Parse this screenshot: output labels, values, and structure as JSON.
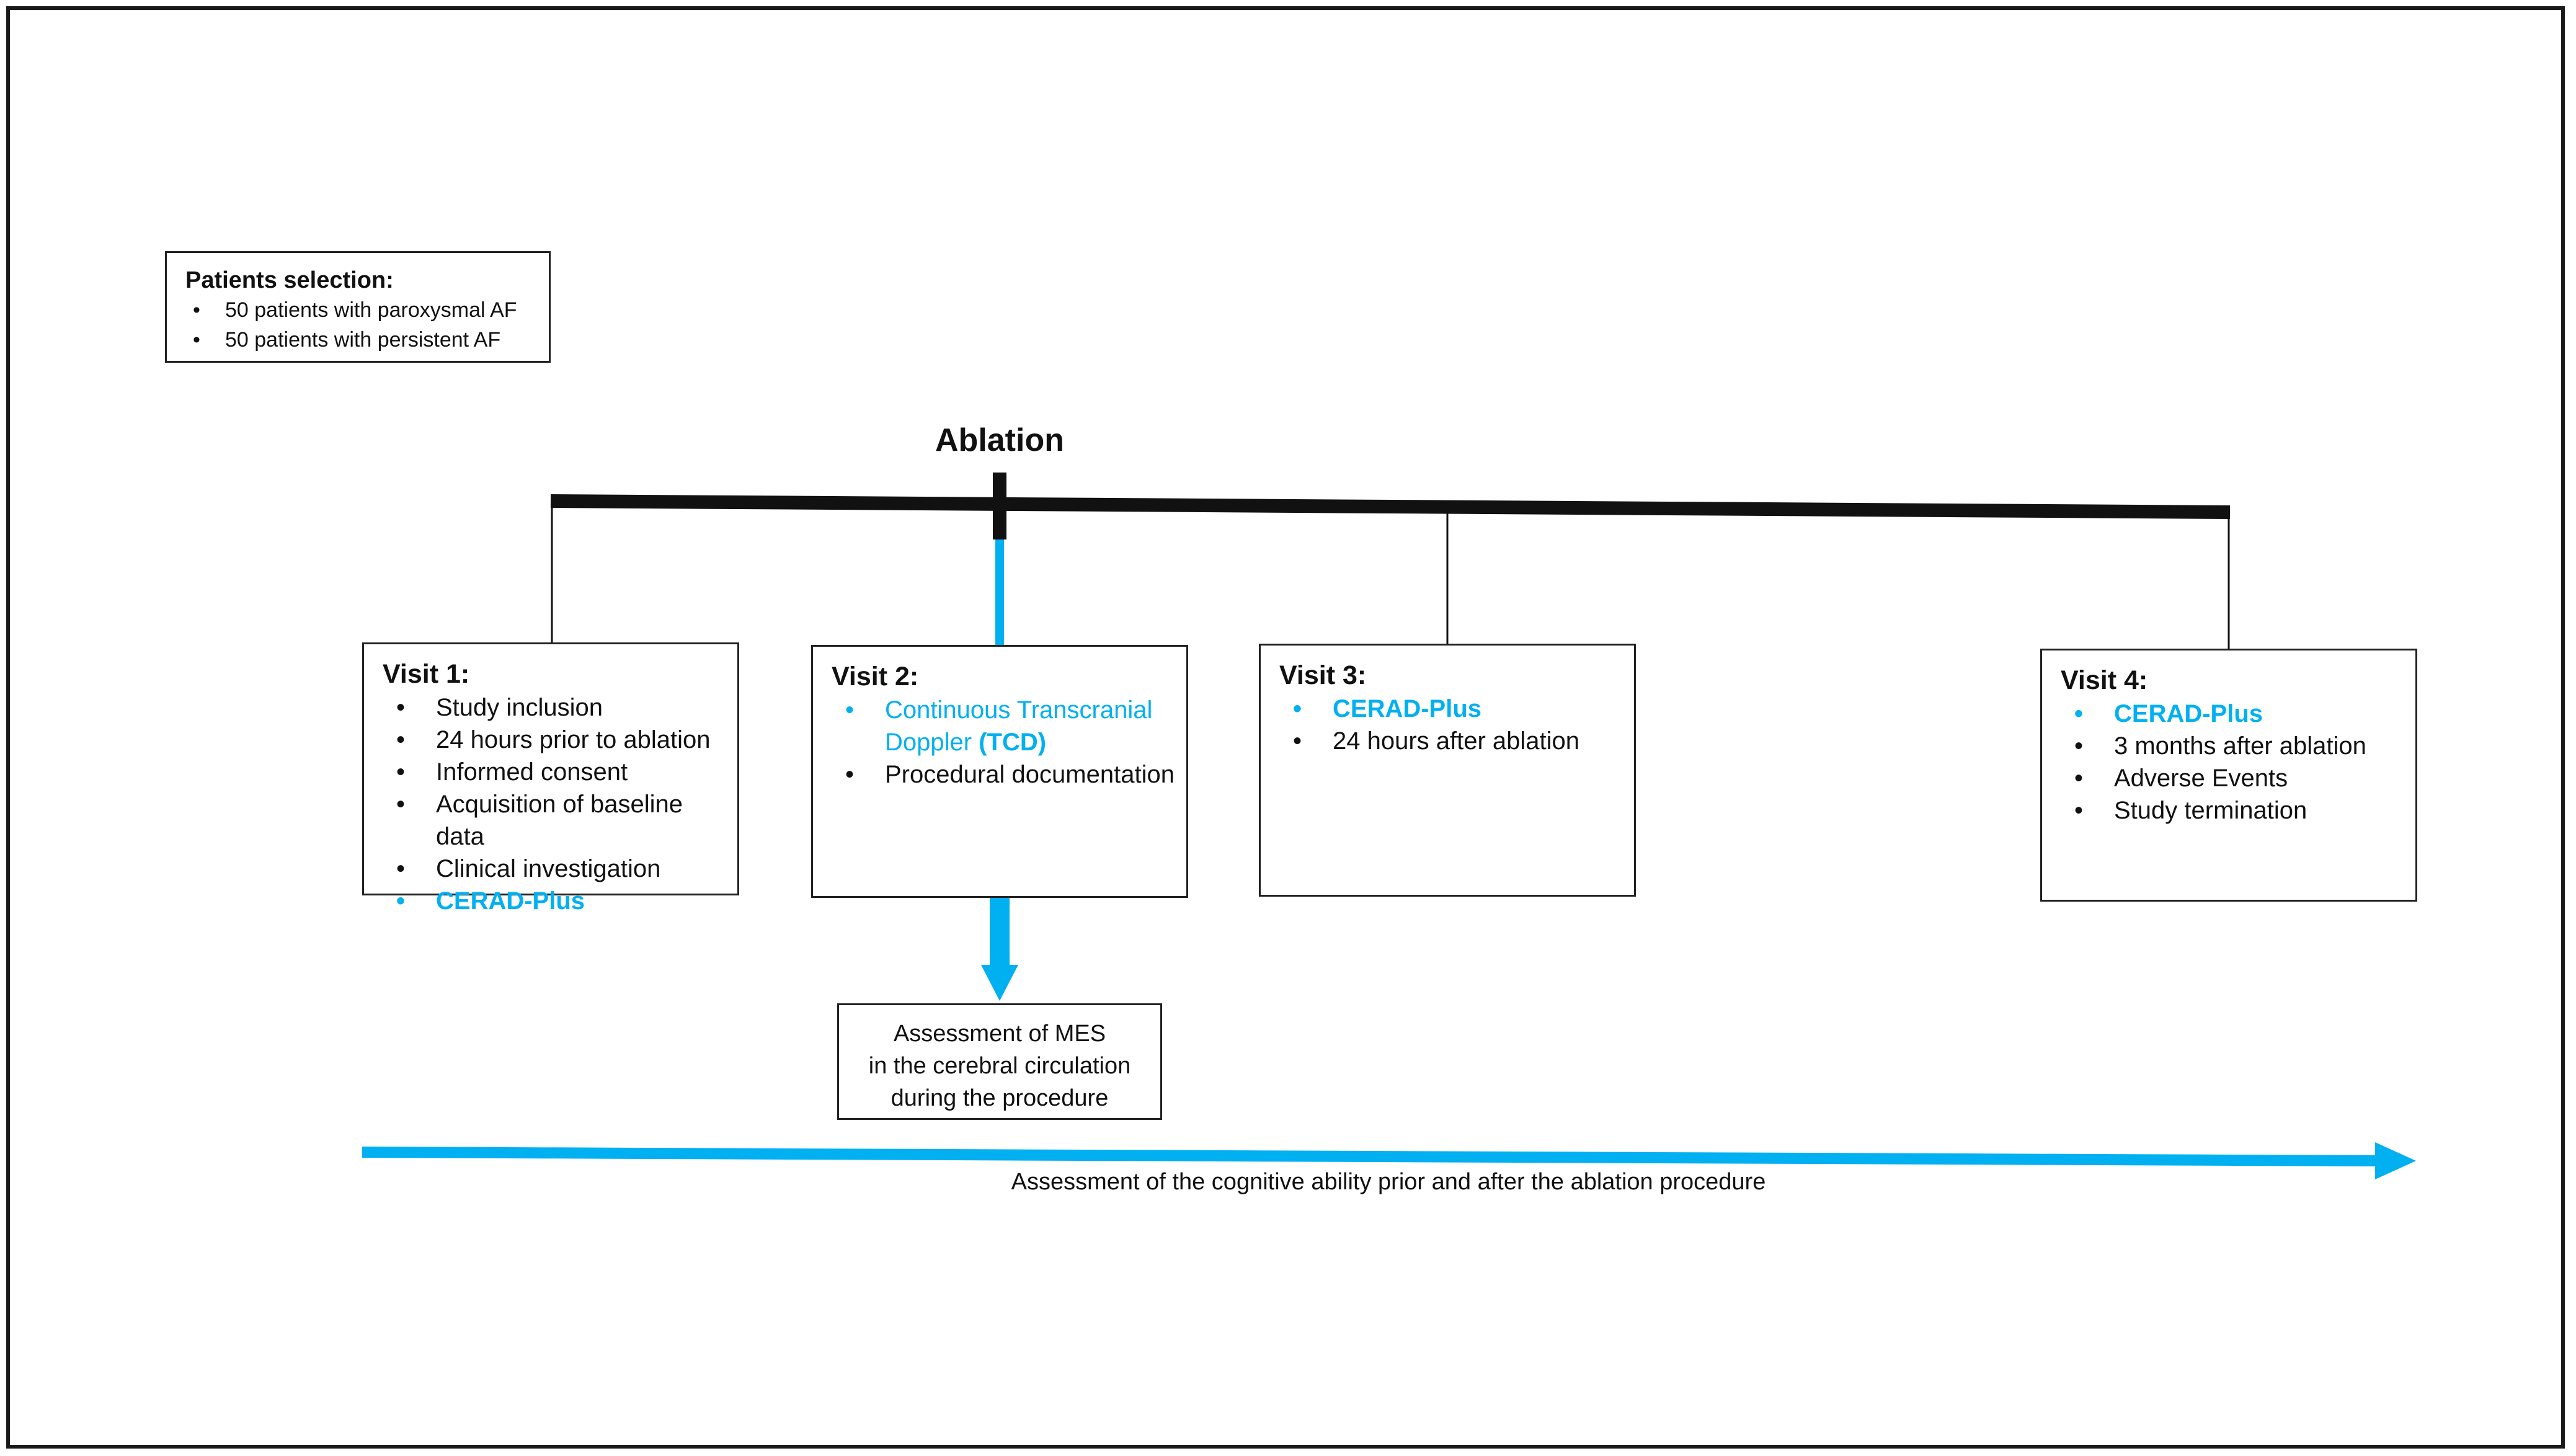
{
  "colors": {
    "accent": "#00b0f0",
    "line": "#111111"
  },
  "patients_selection": {
    "title": "Patients selection:",
    "items": [
      "50 patients with paroxysmal AF",
      "50 patients with persistent AF"
    ]
  },
  "ablation_label": "Ablation",
  "visit1": {
    "title": "Visit 1:",
    "items": [
      "Study inclusion",
      "24 hours prior to ablation",
      "Informed consent",
      "Acquisition of baseline data",
      "Clinical investigation",
      "CERAD-Plus"
    ]
  },
  "visit2": {
    "title": "Visit 2:",
    "item1_part1": "Continuous Transcranial",
    "item1_part2": "Doppler ",
    "item1_part3": "(TCD)",
    "item2": "Procedural  documentation"
  },
  "visit3": {
    "title": "Visit 3:",
    "items": [
      "CERAD-Plus",
      "24 hours after ablation"
    ]
  },
  "visit4": {
    "title": "Visit 4:",
    "items": [
      "CERAD-Plus",
      "3 months after ablation",
      "Adverse Events",
      "Study termination"
    ]
  },
  "mes_box": {
    "lines": [
      "Assessment of MES",
      "in the cerebral circulation",
      "during the procedure"
    ]
  },
  "timeline_caption": "Assessment of the cognitive ability prior and after the ablation procedure"
}
